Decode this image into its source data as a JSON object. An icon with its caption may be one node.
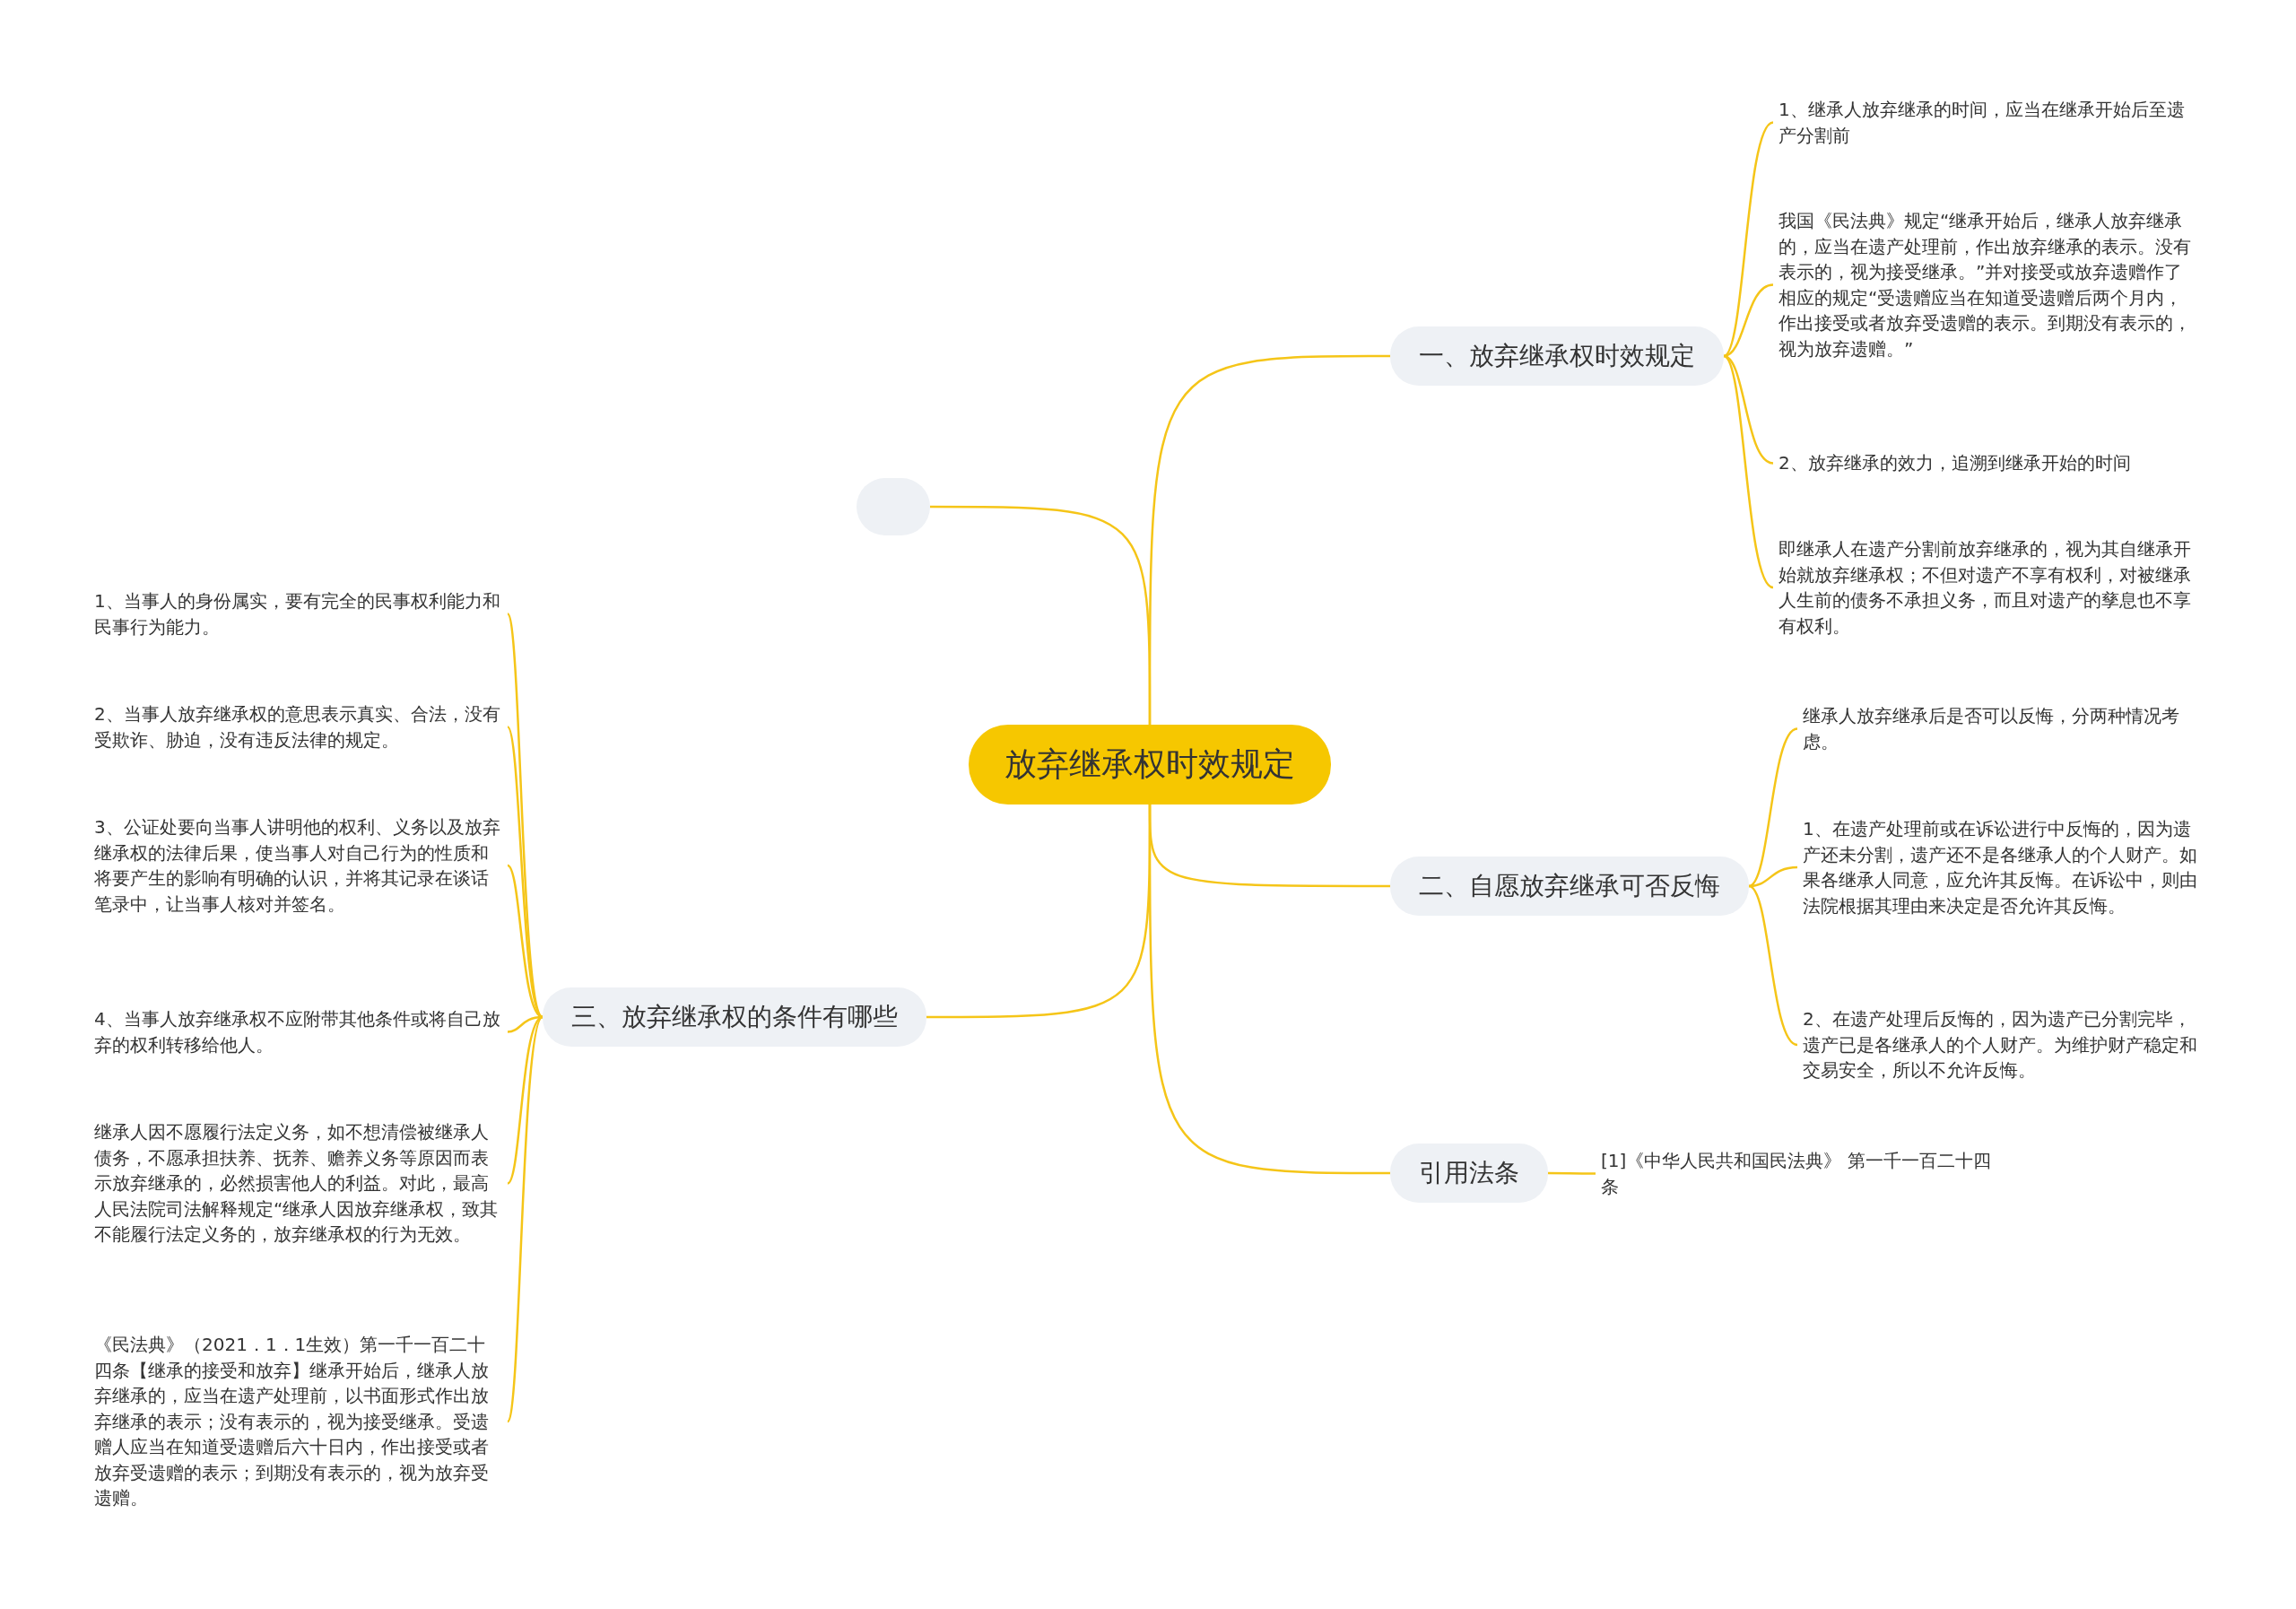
{
  "diagram": {
    "nodes": [
      {
        "text": [
          "放弃继承权时效规定"
        ]
      },
      {
        "text": [
          "一、放弃继承权时效规定"
        ]
      },
      {
        "text": [
          "1、继承人放弃继承的时间，应当在继承开始后至遗产分割前"
        ]
      },
      {
        "text": [
          "我国《民法典》规定“继承开始后，继承人放弃继承的，应当在遗产处理前，作出放弃继承的表示。没有表示的，视为接受继承。”并对接受或放弃遗赠作了相应的规定“受遗赠应当在知道受遗赠后两个月内，作出接受或者放弃受遗赠的表示。到期没有表示的，视为放弃遗赠。”"
        ]
      },
      {
        "text": [
          "2、放弃继承的效力，追溯到继承开始的时间"
        ]
      },
      {
        "text": [
          "即继承人在遗产分割前放弃继承的，视为其自继承开始就放弃继承权；不但对遗产不享有权利，对被继承人生前的债务不承担义务，而且对遗产的孳息也不享有权利。"
        ]
      },
      {
        "text": [
          "二、自愿放弃继承可否反悔"
        ]
      },
      {
        "text": [
          "继承人放弃继承后是否可以反悔，分两种情况考虑。"
        ]
      },
      {
        "text": [
          "1、在遗产处理前或在诉讼进行中反悔的，因为遗产还未分割，遗产还不是各继承人的个人财产。如果各继承人同意，应允许其反悔。在诉讼中，则由法院根据其理由来决定是否允许其反悔。"
        ]
      },
      {
        "text": [
          "2、在遗产处理后反悔的，因为遗产已分割完毕，遗产已是各继承人的个人财产。为维护财产稳定和交易安全，所以不允许反悔。"
        ]
      },
      {
        "text": [
          "引用法条"
        ]
      },
      {
        "text": [
          "[1]《中华人民共和国民法典》 第一千一百二十四条"
        ]
      },
      {
        "text": [],
        "shape": "box"
      },
      {
        "text": [
          "三、放弃继承权的条件有哪些"
        ]
      },
      {
        "text": [
          "1、当事人的身份属实，要有完全的民事权利能力和民事行为能力。"
        ]
      },
      {
        "text": [
          "2、当事人放弃继承权的意思表示真实、合法，没有受欺诈、胁迫，没有违反法律的规定。"
        ]
      },
      {
        "text": [
          "3、公证处要向当事人讲明他的权利、义务以及放弃继承权的法律后果，使当事人对自己行为的性质和将要产生的影响有明确的认识，并将其记录在谈话笔录中，让当事人核对并签名。"
        ]
      },
      {
        "text": [
          "4、当事人放弃继承权不应附带其他条件或将自己放弃的权利转移给他人。"
        ]
      },
      {
        "text": [
          "继承人因不愿履行法定义务，如不想清偿被继承人债务，不愿承担扶养、抚养、赡养义务等原因而表示放弃继承的，必然损害他人的利益。对此，最高人民法院司法解释规定“继承人因放弃继承权，致其不能履行法定义务的，放弃继承权的行为无效。"
        ]
      },
      {
        "text": [
          "《民法典》（2021．1．1生效）第一千一百二十四条【继承的接受和放弃】继承开始后，继承人放弃继承的，应当在遗产处理前，以书面形式作出放弃继承的表示；没有表示的，视为接受继承。受遗赠人应当在知道受遗赠后六十日内，作出接受或者放弃受遗赠的表示；到期没有表示的，视为放弃受遗赠。"
        ]
      }
    ],
    "edges": [
      {
        "from": 0,
        "to": 1,
        "arrow": "none"
      },
      {
        "from": 1,
        "to": 2,
        "arrow": "none"
      },
      {
        "from": 1,
        "to": 3,
        "arrow": "none"
      },
      {
        "from": 1,
        "to": 4,
        "arrow": "none"
      },
      {
        "from": 1,
        "to": 5,
        "arrow": "none"
      },
      {
        "from": 0,
        "to": 6,
        "arrow": "none"
      },
      {
        "from": 6,
        "to": 7,
        "arrow": "none"
      },
      {
        "from": 6,
        "to": 8,
        "arrow": "none"
      },
      {
        "from": 6,
        "to": 9,
        "arrow": "none"
      },
      {
        "from": 0,
        "to": 10,
        "arrow": "none"
      },
      {
        "from": 10,
        "to": 11,
        "arrow": "none"
      },
      {
        "from": 0,
        "to": 12,
        "arrow": "none"
      },
      {
        "from": 0,
        "to": 13,
        "arrow": "none"
      },
      {
        "from": 13,
        "to": 14,
        "arrow": "none"
      },
      {
        "from": 13,
        "to": 15,
        "arrow": "none"
      },
      {
        "from": 13,
        "to": 16,
        "arrow": "none"
      },
      {
        "from": 13,
        "to": 17,
        "arrow": "none"
      },
      {
        "from": 13,
        "to": 18,
        "arrow": "none"
      },
      {
        "from": 13,
        "to": 19,
        "arrow": "none"
      }
    ]
  }
}
